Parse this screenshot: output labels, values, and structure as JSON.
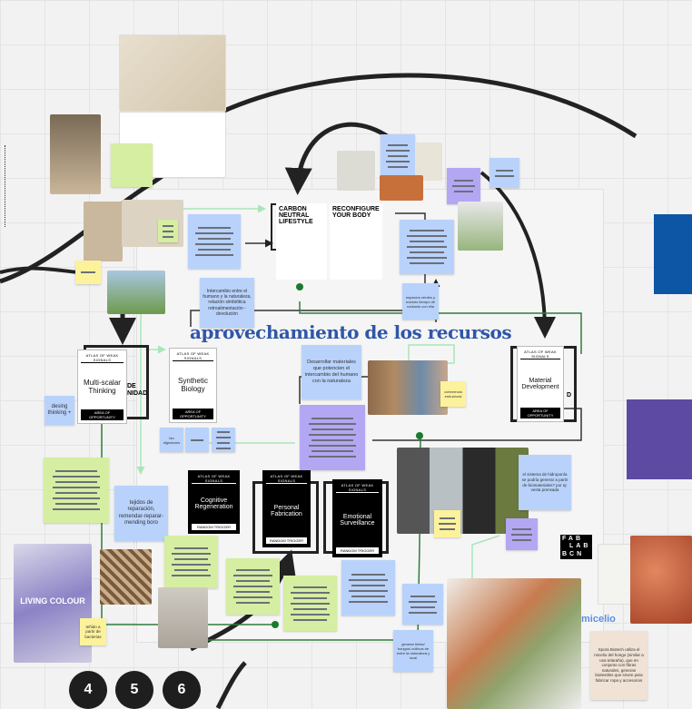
{
  "board_title": "aprovechamiento de los recursos",
  "cards": {
    "header_weak": "ATLAS OF WEAK SIGNALS",
    "footer_area": "AREA OF OPPORTUNITY",
    "footer_random": "RANDOM TRIGGER",
    "multi_scalar": "Multi-scalar Thinking",
    "synthetic_bio": "Synthetic Biology",
    "material_dev": "Material Development",
    "cognitive": "Cognitive Regeneration",
    "personal_fab": "Personal Fabrication",
    "emotional": "Emotional Surveillance",
    "behind_multi": "DE NIDAD",
    "behind_material": "D"
  },
  "posters": {
    "carbon": "CARBON NEUTRAL LIFESTYLE",
    "reconfigure": "RECONFIGURE YOUR BODY",
    "living_colour": "LIVING COLOUR"
  },
  "stickies": {
    "intercambio": "Intercambio entre el humano y la naturaleza, relación simbiótica retroalimentación - devolución",
    "espacios": "espacios verdes y nuestro tiempo de contacto con ella",
    "desarrollar": "Desarrollar materiales que potencien el intercambio del humano con la naturaleza",
    "estructural": "coherencia estructural",
    "desing": "desing thinking +",
    "bio": "bio digestores",
    "tejidos": "tejidos de reparación, remendar-reparar-mending boro",
    "hidroponia": "el sistema de hidroponía se podría generar a partir de biomateriales? por ej: vesta prensada",
    "tenido": "teñido a partir de bacterias",
    "generar": "generar tintes/ hongos/ cultivos de entre la naturaleza y local",
    "spora": "Spora Biotech utiliza el micelio del hongo (similar a una telaraña), que en conjunto con fibras naturales, generan biotextiles que sirven para fabricar ropa y accesorios"
  },
  "labels": {
    "micelio": "micelio",
    "fablab": [
      "FAB",
      "LAB",
      "BCN"
    ]
  },
  "page_buttons": [
    "4",
    "5",
    "6"
  ],
  "colors": {
    "title": "#2f56a8",
    "connector": "#2e7d3a",
    "arrow": "#222222",
    "blue_sticky": "#b8d2fb",
    "green_sticky": "#d5eea2",
    "purple_sticky": "#b3a7f3",
    "yellow_sticky": "#fdf29c"
  }
}
